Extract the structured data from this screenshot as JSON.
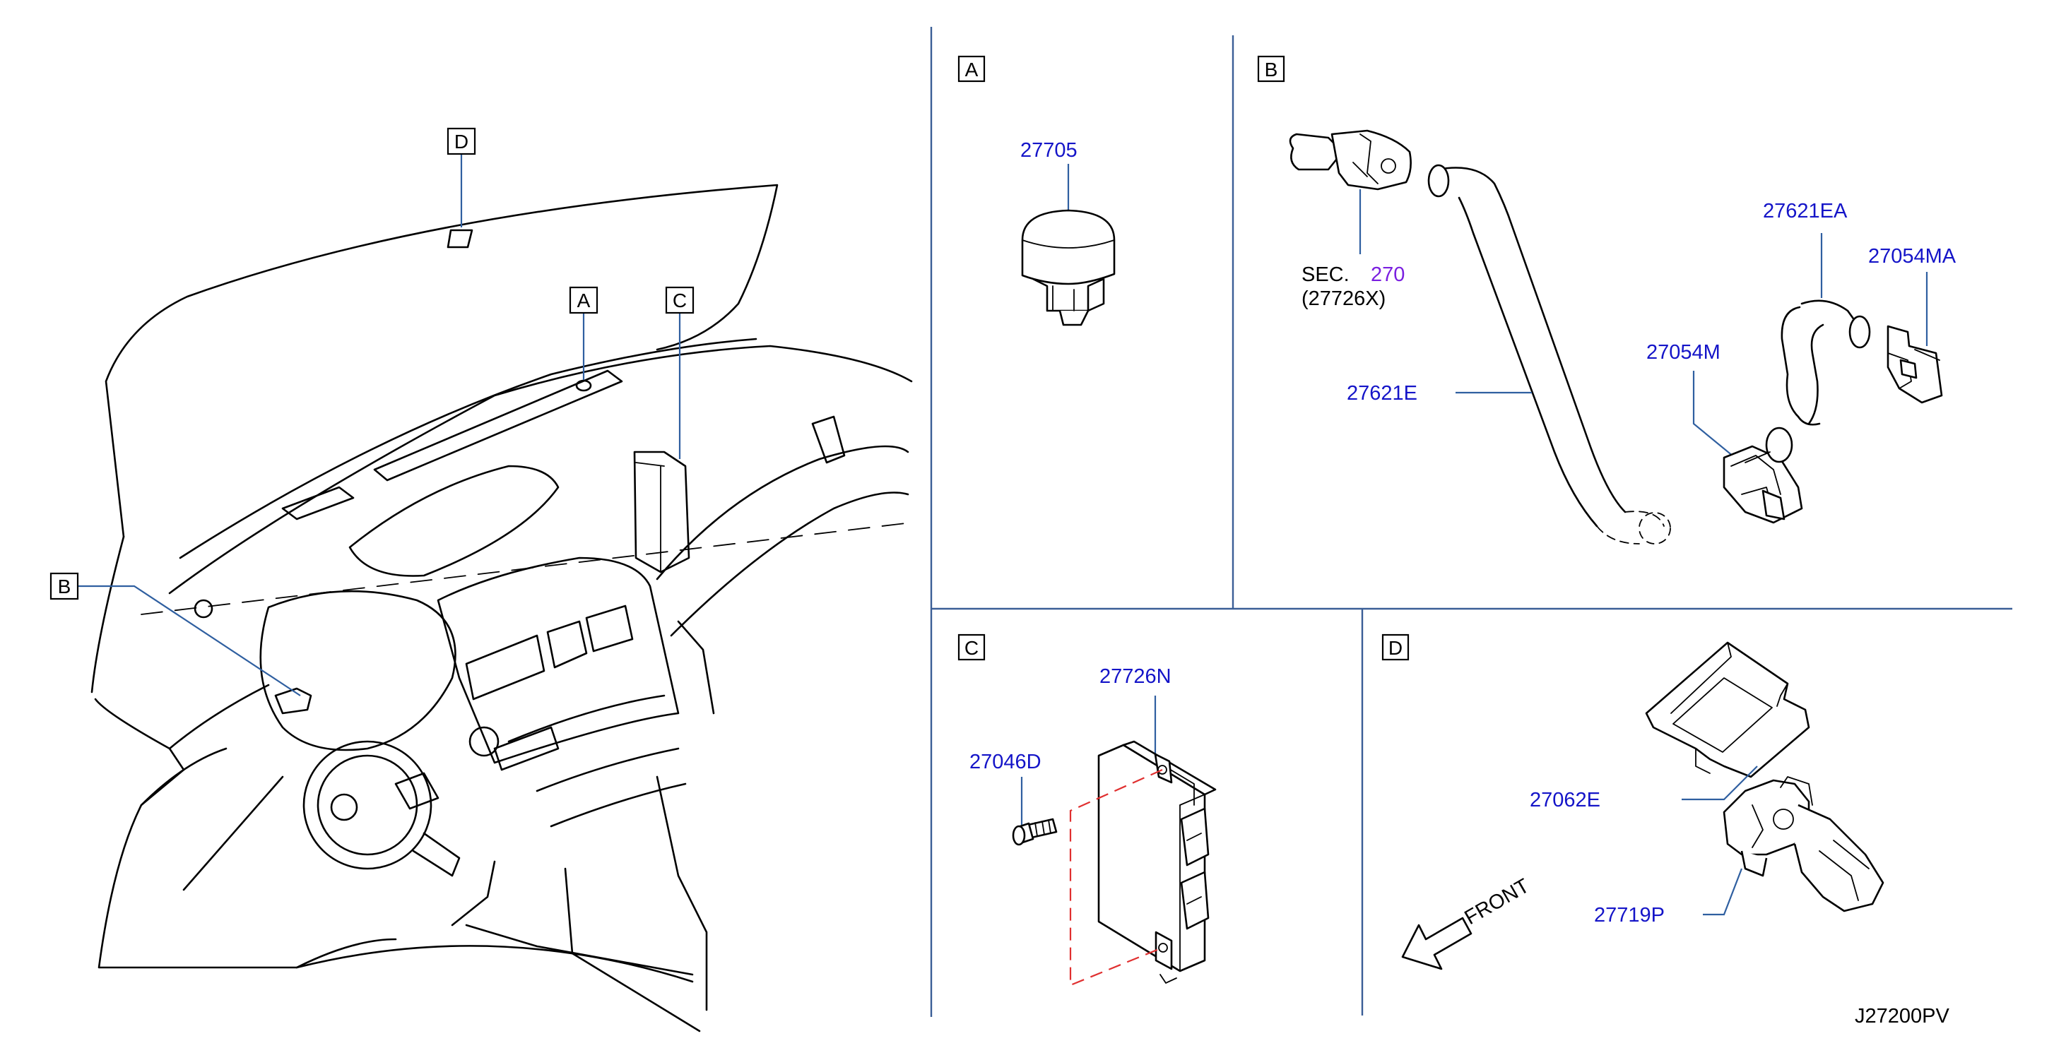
{
  "views": {
    "A": "A",
    "B": "B",
    "C": "C",
    "D": "D"
  },
  "overview_callouts": [
    "D",
    "A",
    "C",
    "B"
  ],
  "parts": {
    "p27705": "27705",
    "p27621EA": "27621EA",
    "p27054MA": "27054MA",
    "p27054M": "27054M",
    "p27621E": "27621E",
    "p27726N": "27726N",
    "p27046D": "27046D",
    "p27062E": "27062E",
    "p27719P": "27719P"
  },
  "section_ref": {
    "prefix": "SEC.",
    "number": "270",
    "sub": "(27726X)"
  },
  "front_label": "FRONT",
  "diagram_code": "J27200PV",
  "colors": {
    "part_number": "#1414c8",
    "section_number": "#7a1fe0",
    "leader": "#2f5fa0",
    "dashed": "#e03030"
  }
}
